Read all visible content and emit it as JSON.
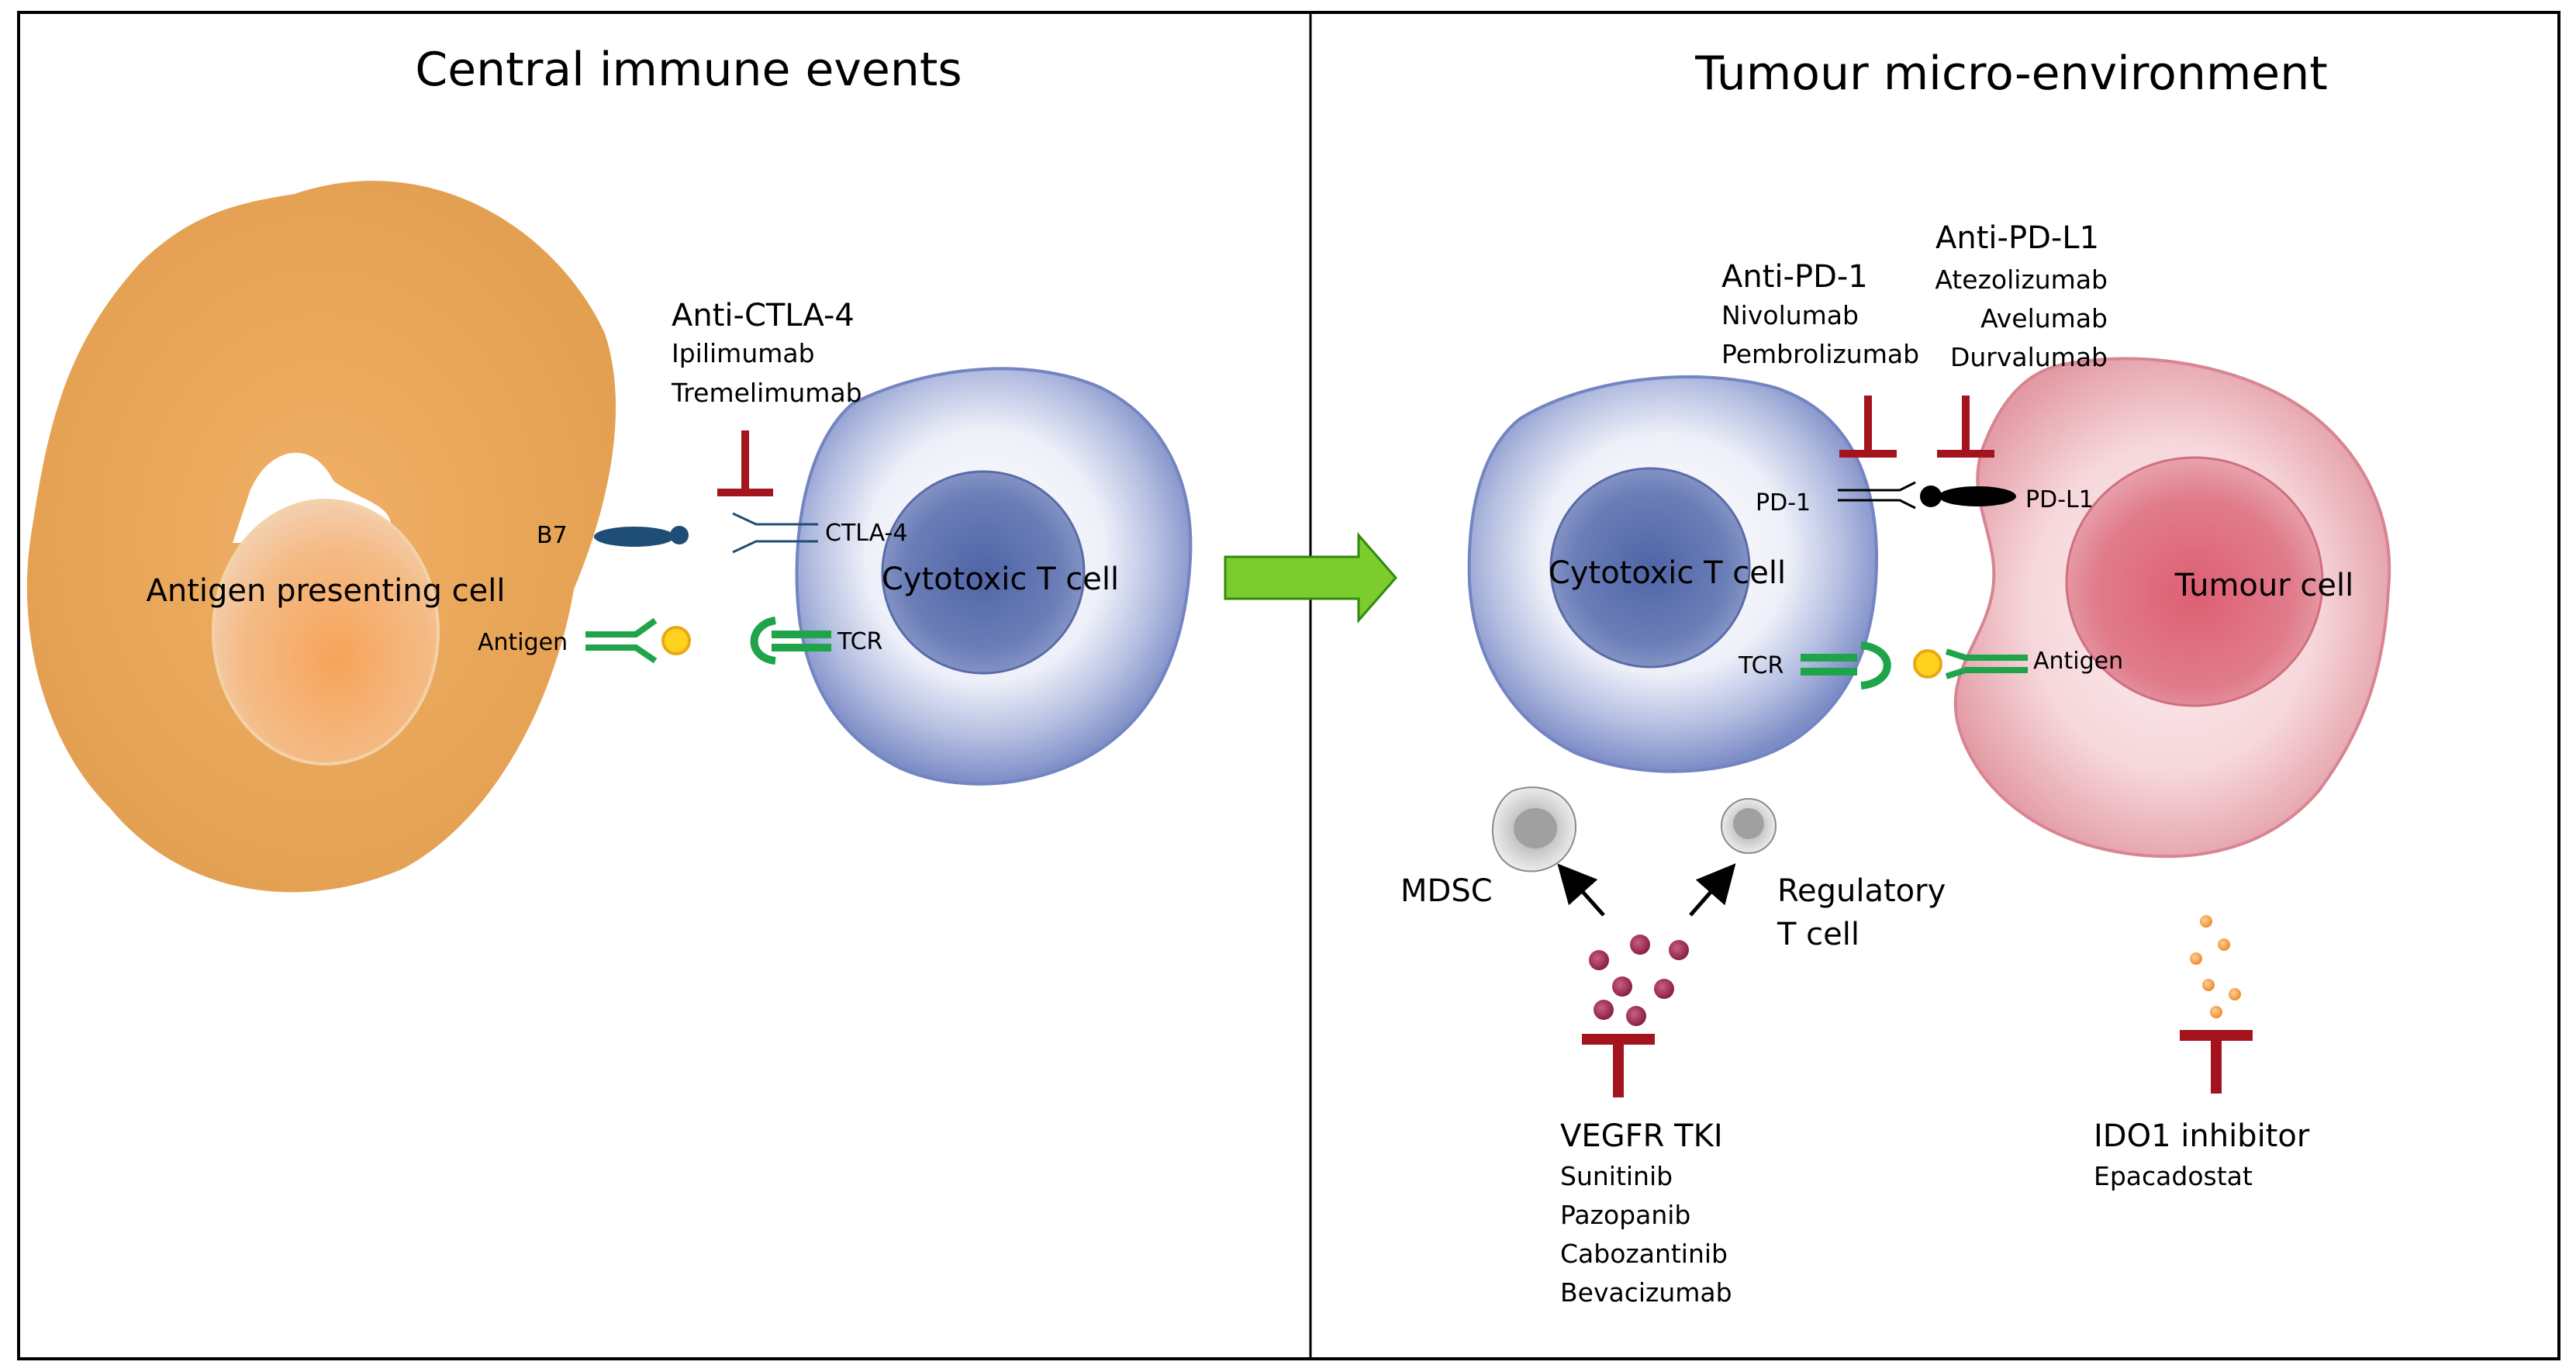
{
  "panels": {
    "left_title": "Central immune events",
    "right_title": "Tumour micro-environment"
  },
  "left": {
    "apc_label": "Antigen presenting cell",
    "tcell_label": "Cytotoxic T cell",
    "b7_label": "B7",
    "ctla4_label": "CTLA-4",
    "antigen_label": "Antigen",
    "tcr_label": "TCR",
    "drug_class": "Anti-CTLA-4",
    "drugs": [
      "Ipilimumab",
      "Tremelimumab"
    ]
  },
  "right": {
    "tcell_label": "Cytotoxic T cell",
    "tumour_label": "Tumour cell",
    "pd1_label": "PD-1",
    "pdl1_label": "PD-L1",
    "tcr_label": "TCR",
    "antigen_label": "Antigen",
    "anti_pd1": {
      "title": "Anti-PD-1",
      "drugs": [
        "Nivolumab",
        "Pembrolizumab"
      ]
    },
    "anti_pdl1": {
      "title": "Anti-PD-L1",
      "drugs": [
        "Atezolizumab",
        "Avelumab",
        "Durvalumab"
      ]
    },
    "mdsc_label": "MDSC",
    "treg_label_1": "Regulatory",
    "treg_label_2": "T cell",
    "vegfr": {
      "title": "VEGFR TKI",
      "drugs": [
        "Sunitinib",
        "Pazopanib",
        "Cabozantinib",
        "Bevacizumab"
      ]
    },
    "ido1": {
      "title": "IDO1 inhibitor",
      "drugs": [
        "Epacadostat"
      ]
    }
  },
  "colors": {
    "apc": "#e8a65a",
    "nucleus_apc": "#f5a863",
    "tcell": "#8a98cc",
    "tumour": "#e8a4ac",
    "inhibitor": "#a3141f",
    "receptor_green": "#1fa44a",
    "arrow_green": "#7ccc2e",
    "b7": "#1e4d75"
  }
}
